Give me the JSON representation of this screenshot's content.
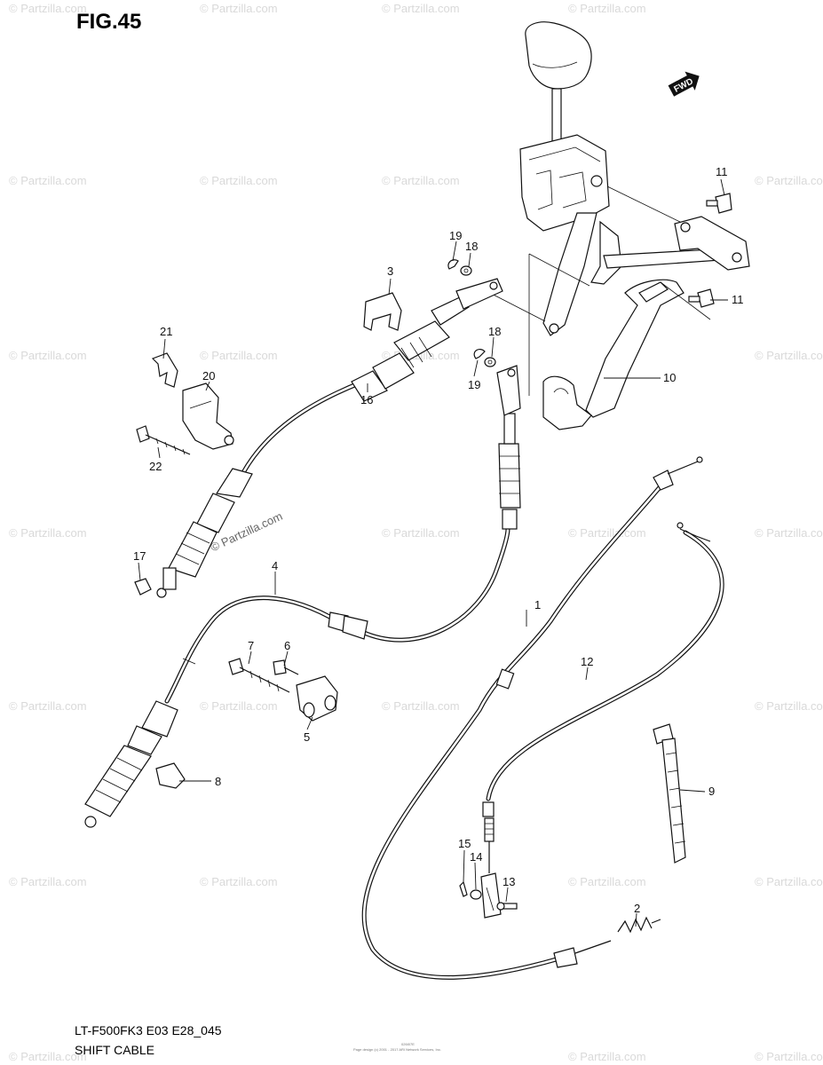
{
  "figure": {
    "title": "FIG.45",
    "fwd_label": "FWD",
    "watermark_text": "© Partzilla.com",
    "model_code": "LT-F500FK3 E03 E28_045",
    "section_name": "SHIFT CABLE",
    "fine_print_code": "026I07E",
    "fine_print_copyright": "Page design (c) 2001 - 2017 ARI Network Services, Inc."
  },
  "callouts": {
    "p1": "1",
    "p2": "2",
    "p3": "3",
    "p4": "4",
    "p5": "5",
    "p6": "6",
    "p7": "7",
    "p8": "8",
    "p9": "9",
    "p10": "10",
    "p11a": "11",
    "p11b": "11",
    "p12": "12",
    "p13": "13",
    "p14": "14",
    "p15": "15",
    "p16": "16",
    "p17": "17",
    "p18a": "18",
    "p18b": "18",
    "p19a": "19",
    "p19b": "19",
    "p20": "20",
    "p21": "21",
    "p22": "22"
  },
  "colors": {
    "line": "#111111",
    "watermark": "#d9d9d9",
    "background": "#ffffff"
  }
}
